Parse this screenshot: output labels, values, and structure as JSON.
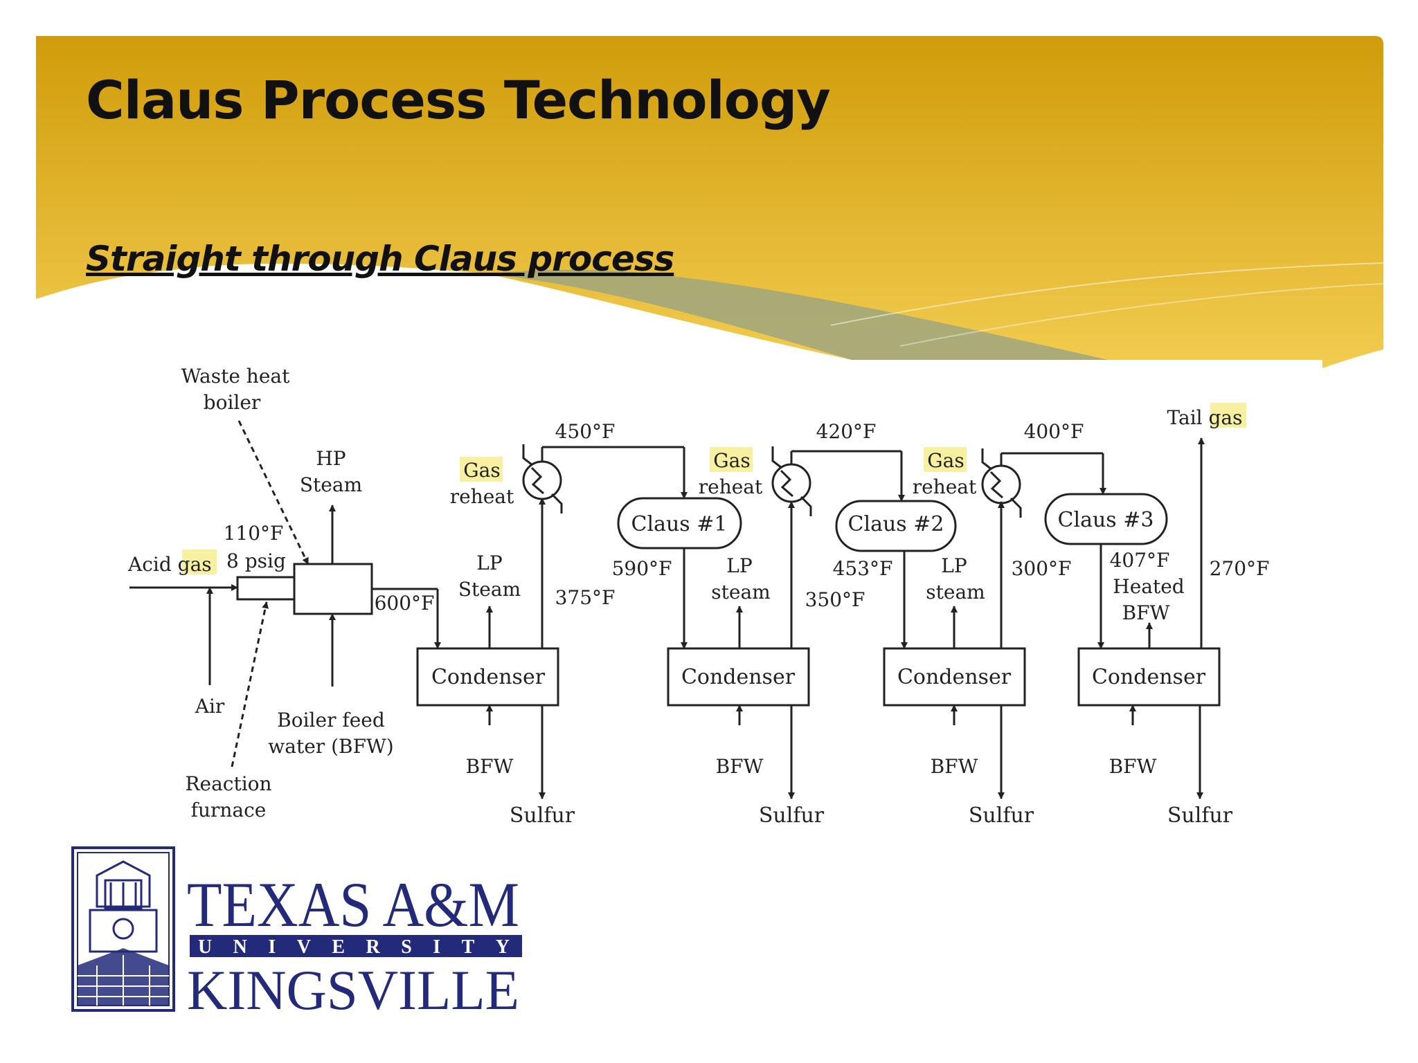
{
  "slide": {
    "title": "Claus Process Technology",
    "subtitle": "Straight through Claus process"
  },
  "diagram": {
    "waste_heat_boiler": [
      "Waste heat",
      "boiler"
    ],
    "hp_steam": [
      "HP",
      "Steam"
    ],
    "feed_conditions": [
      "110°F",
      "8 psig"
    ],
    "acid_gas": "Acid gas",
    "air": "Air",
    "boiler_feed_water": [
      "Boiler feed",
      "water (BFW)"
    ],
    "reaction_furnace": [
      "Reaction",
      "furnace"
    ],
    "boiler_outlet_temp": "600°F",
    "lp_steam_1": [
      "LP",
      "Steam"
    ],
    "lp_steam_2": [
      "LP",
      "steam"
    ],
    "lp_steam_3": [
      "LP",
      "steam"
    ],
    "gas_reheat_1": [
      "Gas",
      "reheat"
    ],
    "gas_reheat_2": [
      "Gas",
      "reheat"
    ],
    "gas_reheat_3": [
      "Gas",
      "reheat"
    ],
    "reheat_temps": [
      "450°F",
      "420°F",
      "400°F"
    ],
    "reactors": [
      "Claus #1",
      "Claus #2",
      "Claus #3"
    ],
    "reactor_outlet_temps": [
      "590°F",
      "453°F",
      "407°F"
    ],
    "condenser_outlet_temps": [
      "375°F",
      "350°F",
      "300°F",
      "270°F"
    ],
    "heated_bfw": [
      "Heated",
      "BFW"
    ],
    "condenser_label": "Condenser",
    "bfw_label": "BFW",
    "sulfur_label": "Sulfur",
    "tail_gas": "Tail gas"
  },
  "logo": {
    "line1": "TEXAS A&M",
    "line2": "UNIVERSITY",
    "line3": "KINGSVILLE"
  },
  "colors": {
    "banner_top": "#d29e0c",
    "banner_bottom": "#f0c848",
    "swoosh": "#9ea67e",
    "highlight": "#f6f0a0",
    "logo_blue": "#232a7a"
  }
}
